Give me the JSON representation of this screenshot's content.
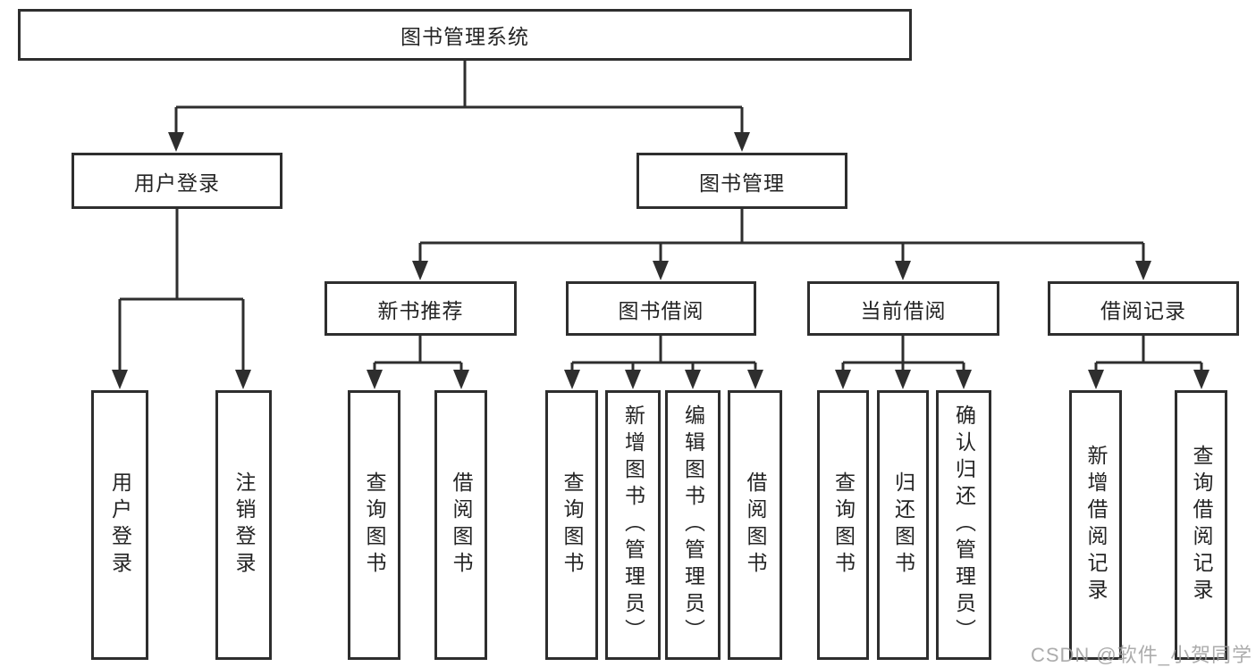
{
  "root": {
    "label": "图书管理系统"
  },
  "level2": {
    "user_login": {
      "label": "用户登录"
    },
    "book_management": {
      "label": "图书管理"
    }
  },
  "level3": {
    "new_book_recommend": {
      "label": "新书推荐"
    },
    "book_borrowing": {
      "label": "图书借阅"
    },
    "current_borrowing": {
      "label": "当前借阅"
    },
    "borrowing_records": {
      "label": "借阅记录"
    }
  },
  "leaves": {
    "user_login": [
      "用户登录",
      "注销登录"
    ],
    "new_book_recommend": [
      "查询图书",
      "借阅图书"
    ],
    "book_borrowing": [
      "查询图书",
      "新增图书（管理员）",
      "编辑图书（管理员）",
      "借阅图书"
    ],
    "current_borrowing": [
      "查询图书",
      "归还图书",
      "确认归还（管理员）"
    ],
    "borrowing_records": [
      "新增借阅记录",
      "查询借阅记录"
    ]
  },
  "watermark": "CSDN @软件_小贺同学",
  "colors": {
    "line": "#2e2e2e",
    "text": "#242424",
    "background": "#ffffff",
    "watermark": "#9e9e9e"
  }
}
